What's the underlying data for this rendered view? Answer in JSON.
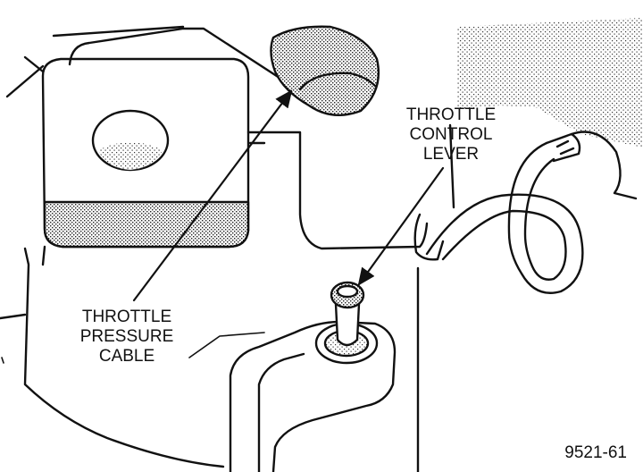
{
  "labels": {
    "throttle_control_lever": [
      "THROTTLE",
      "CONTROL",
      "LEVER"
    ],
    "throttle_pressure_cable": [
      "THROTTLE",
      "PRESSURE",
      "CABLE"
    ]
  },
  "figure_number": "9521-61",
  "colors": {
    "ink": "#111111",
    "background": "#ffffff"
  }
}
